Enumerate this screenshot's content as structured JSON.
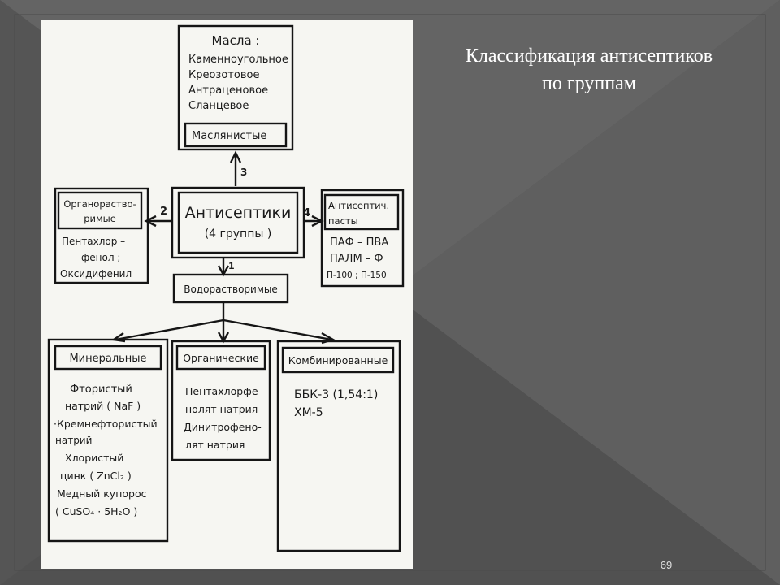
{
  "slide": {
    "title_line1": "Классификация антисептиков",
    "title_line2": "по группам",
    "page_number": "69"
  },
  "diagram": {
    "oils": {
      "heading": "Масла :",
      "items": [
        "Каменноугольное",
        "Креозотовое",
        "Антраценовое",
        "Сланцевое"
      ],
      "group": "Маслянистые",
      "arrow_number": "3"
    },
    "center": {
      "line1": "Антисептики",
      "line2": "(4 группы )"
    },
    "organo": {
      "arrow_number": "2",
      "line1": "Органораство-",
      "line2": "римые",
      "items": [
        "Пентахлор –",
        "фенол ;",
        "Оксидифенил"
      ]
    },
    "pastes": {
      "arrow_number": "4",
      "line1": "Антисептич.",
      "line2": "пасты",
      "items": [
        "ПАФ – ПВА",
        "ПАЛМ – Ф",
        "П-100 ; П-150"
      ]
    },
    "water": {
      "arrow_number": "1",
      "label": "Водорастворимые"
    },
    "mineral": {
      "label": "Минеральные",
      "items": [
        "Фтористый",
        "натрий ( NaF )",
        "·Кремнефтористый",
        "натрий",
        "Хлористый",
        "цинк ( ZnCl₂ )",
        "Медный купорос",
        "( CuSO₄ · 5H₂O )"
      ]
    },
    "organic": {
      "label": "Органические",
      "items": [
        "Пентахлорфе-",
        "нолят натрия",
        "Динитрофено-",
        "лят натрия"
      ]
    },
    "combined": {
      "label": "Комбинированные",
      "items": [
        "ББК-3 (1,54:1)",
        "ХМ-5"
      ]
    }
  }
}
